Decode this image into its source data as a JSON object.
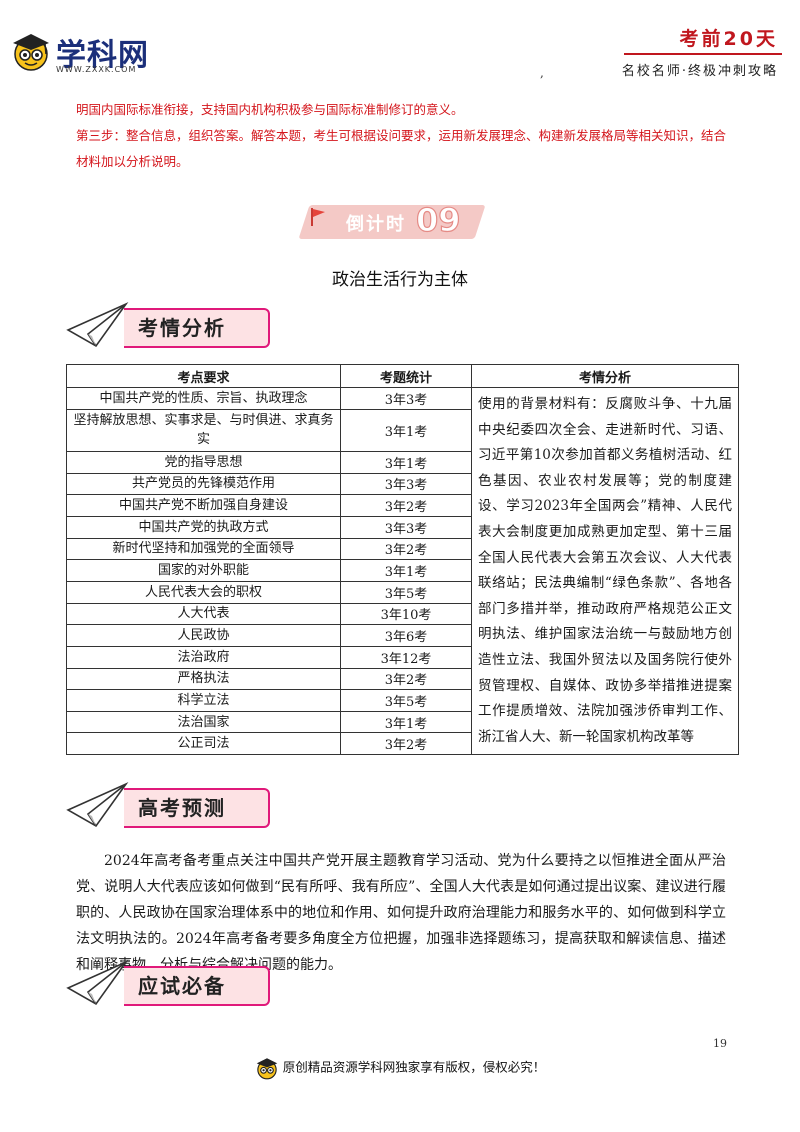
{
  "header": {
    "logo_name": "学科网",
    "logo_url": "WWW.ZXXK.COM",
    "title": "考前20天",
    "subtitle": "名校名师·终极冲刺攻略",
    "mark": ","
  },
  "intro": {
    "p1": "明国内国际标准衔接，支持国内机构积极参与国际标准制修订的意义。",
    "p2": "第三步：整合信息，组织答案。解答本题，考生可根据设问要求，运用新发展理念、构建新发展格局等相关知识，结合材料加以分析说明。"
  },
  "badge": {
    "label": "倒计时",
    "number": "09"
  },
  "page_title": "政治生活行为主体",
  "sections": {
    "analysis": "考情分析",
    "forecast": "高考预测",
    "essentials": "应试必备"
  },
  "table": {
    "headers": [
      "考点要求",
      "考题统计",
      "考情分析"
    ],
    "rows": [
      {
        "point": "中国共产党的性质、宗旨、执政理念",
        "stat": "3年3考"
      },
      {
        "point": "坚持解放思想、实事求是、与时俱进、求真务实",
        "stat": "3年1考"
      },
      {
        "point": "党的指导思想",
        "stat": "3年1考"
      },
      {
        "point": "共产党员的先锋模范作用",
        "stat": "3年3考"
      },
      {
        "point": "中国共产党不断加强自身建设",
        "stat": "3年2考"
      },
      {
        "point": "中国共产党的执政方式",
        "stat": "3年3考"
      },
      {
        "point": "新时代坚持和加强党的全面领导",
        "stat": "3年2考"
      },
      {
        "point": "国家的对外职能",
        "stat": "3年1考"
      },
      {
        "point": "人民代表大会的职权",
        "stat": "3年5考"
      },
      {
        "point": "人大代表",
        "stat": "3年10考"
      },
      {
        "point": "人民政协",
        "stat": "3年6考"
      },
      {
        "point": "法治政府",
        "stat": "3年12考"
      },
      {
        "point": "严格执法",
        "stat": "3年2考"
      },
      {
        "point": "科学立法",
        "stat": "3年5考"
      },
      {
        "point": "法治国家",
        "stat": "3年1考"
      },
      {
        "point": "公正司法",
        "stat": "3年2考"
      }
    ],
    "analysis": "使用的背景材料有：反腐败斗争、十九届中央纪委四次全会、走进新时代、习语、习近平第10次参加首都义务植树活动、红色基因、农业农村发展等；党的制度建设、学习2023年全国两会”精神、人民代表大会制度更加成熟更加定型、第十三届全国人民代表大会第五次会议、人大代表联络站；民法典编制“绿色条款”、各地各部门多措并举，推动政府严格规范公正文明执法、维护国家法治统一与鼓励地方创造性立法、我国外贸法以及国务院行使外贸管理权、自媒体、政协多举措推进提案工作提质增效、法院加强涉侨审判工作、浙江省人大、新一轮国家机构改革等"
  },
  "forecast_text": "2024年高考备考重点关注中国共产党开展主题教育学习活动、党为什么要持之以恒推进全面从严治党、说明人大代表应该如何做到“民有所呼、我有所应”、全国人大代表是如何通过提出议案、建议进行履职的、人民政协在国家治理体系中的地位和作用、如何提升政府治理能力和服务水平的、如何做到科学立法文明执法的。2024年高考备考要多角度全方位把握，加强非选择题练习，提高获取和解读信息、描述和阐释事物、分析与综合解决问题的能力。",
  "page_number": "19",
  "footer": "原创精品资源学科网独家享有版权，侵权必究！",
  "colors": {
    "red": "#d4161c",
    "brand_blue": "#1b2f7a",
    "banner_pink": "#fde2e4",
    "banner_border": "#e0197a"
  }
}
